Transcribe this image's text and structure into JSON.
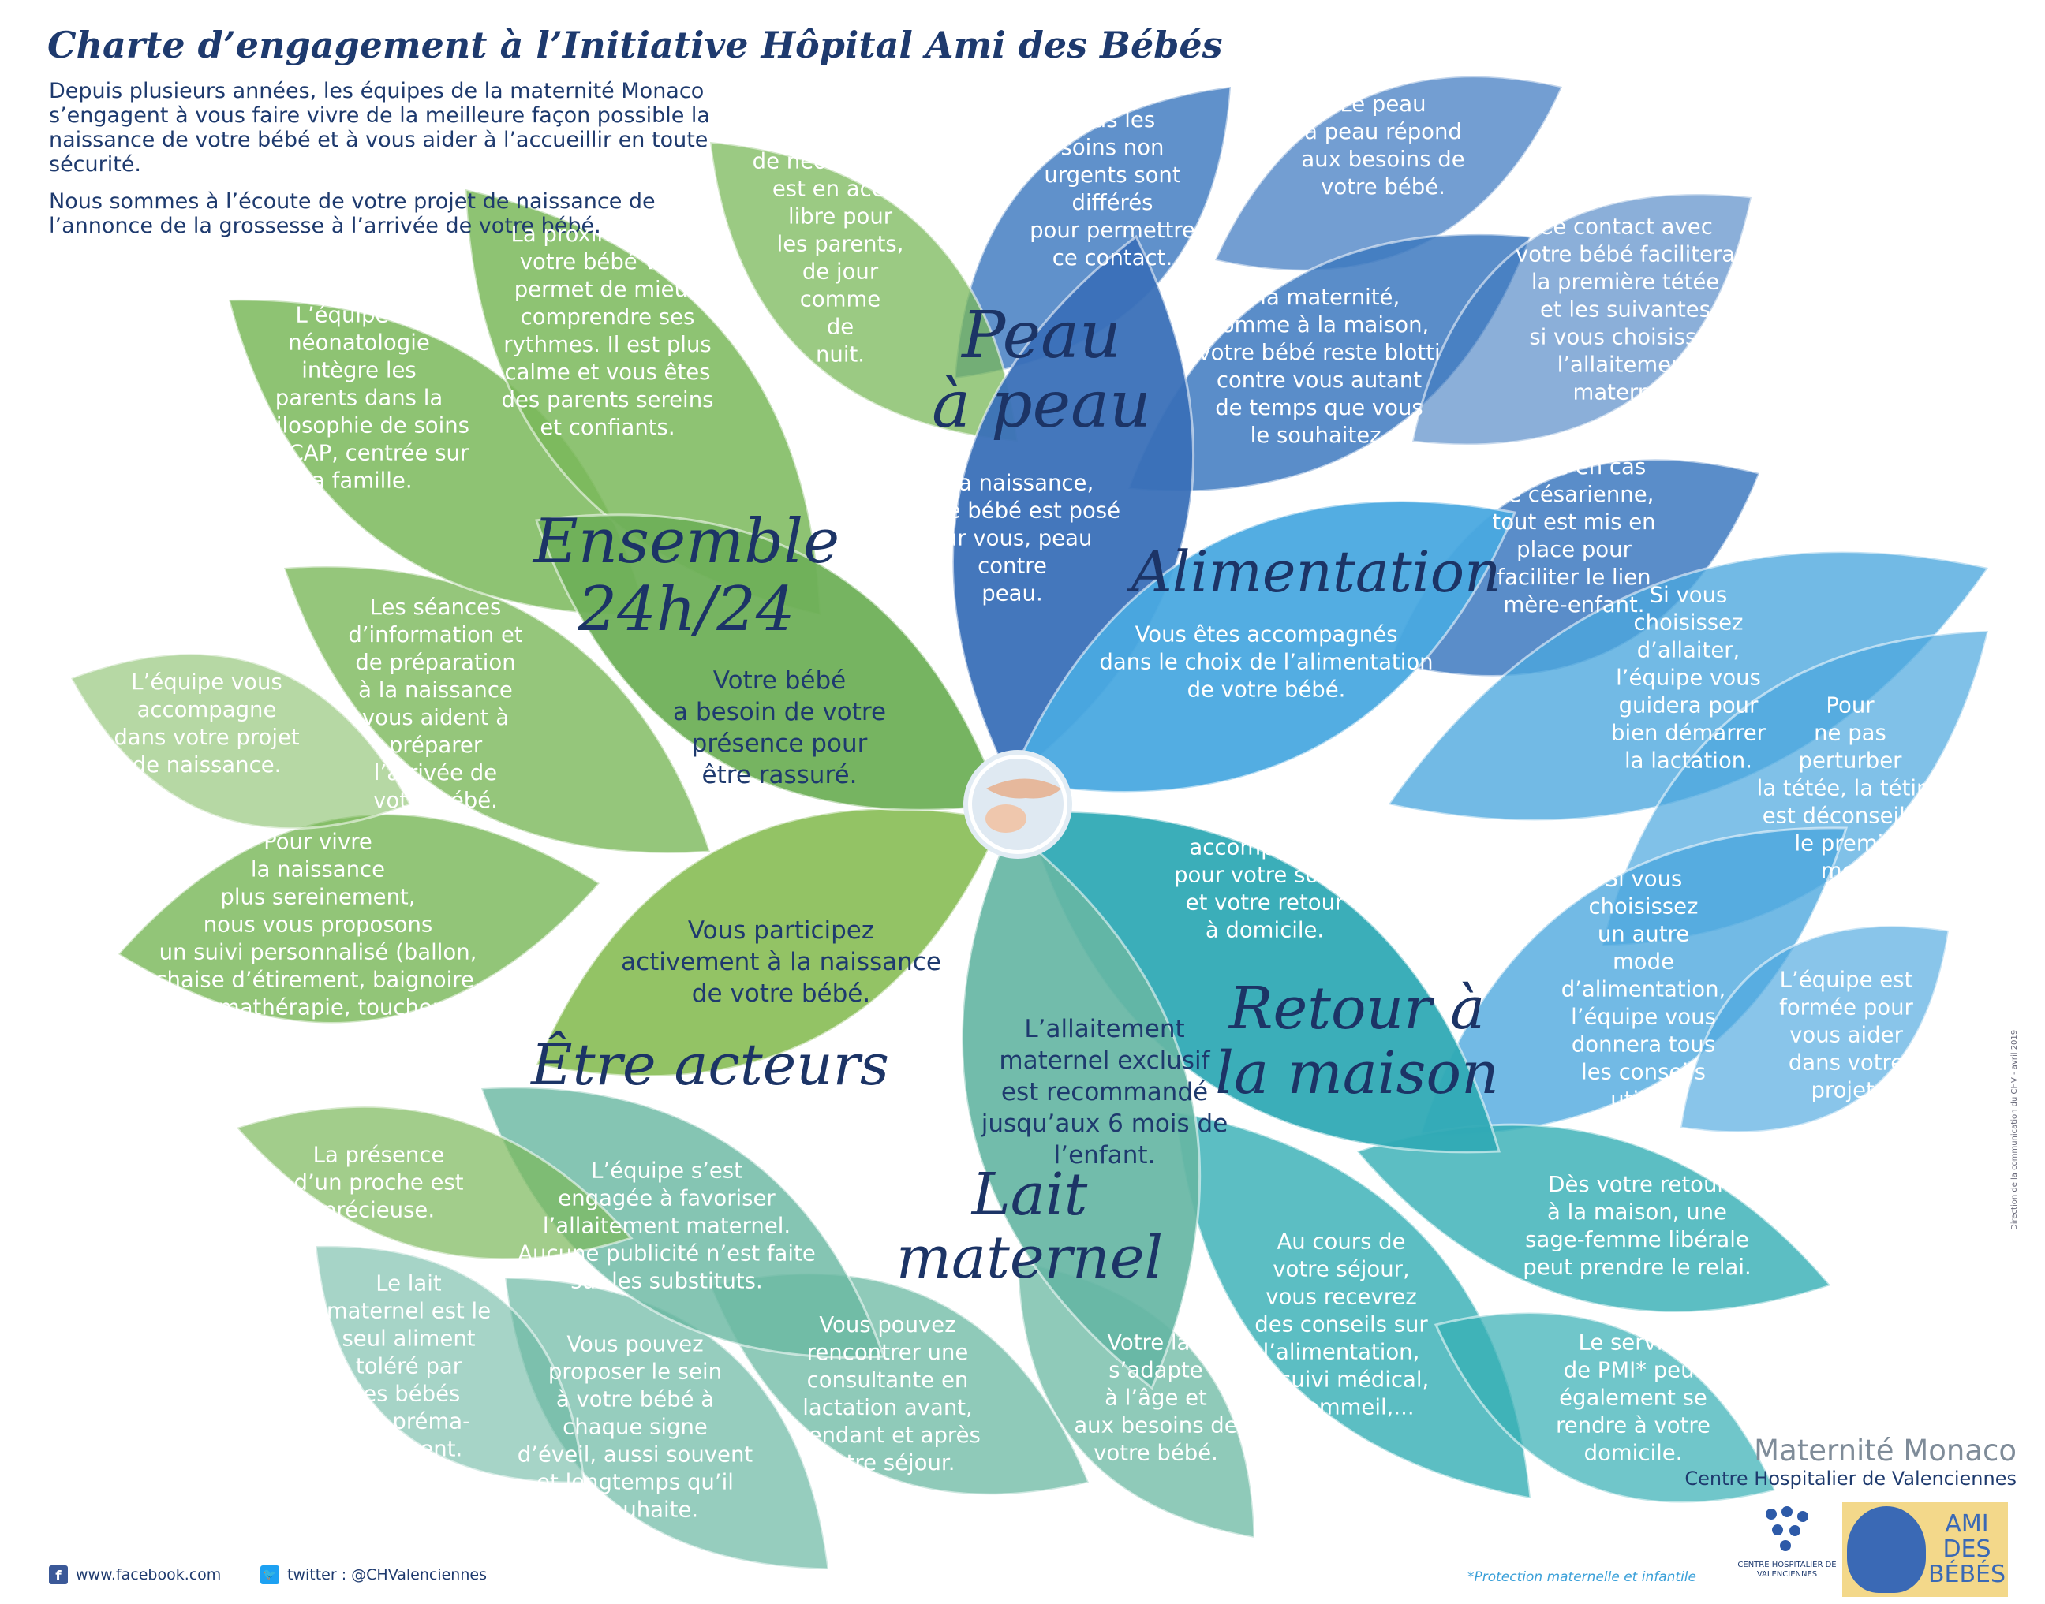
{
  "header": {
    "title": "Charte d’engagement à l’Initiative Hôpital Ami des Bébés"
  },
  "intro": {
    "p1": "Depuis plusieurs années, les équipes de la maternité Monaco s’engagent à vous faire vivre de la meilleure façon possible la naissance de votre bébé et à vous aider à l’accueillir en toute sécurité.",
    "p2": "Nous sommes à l’écoute de votre projet de naissance de l’annonce de la grossesse à l’arrivée de votre bébé."
  },
  "colors": {
    "navy": "#1c3466",
    "green_dark": "#7ab85a",
    "blue_dark": "#3d79c0",
    "blue_light": "#4aa6de",
    "teal": "#33aeb4",
    "green_teal": "#6ab8a2"
  },
  "icons": {
    "center": "baby-hand-photo",
    "facebook": "facebook-icon",
    "twitter": "twitter-icon"
  },
  "categories": [
    {
      "title": "Peau\nà peau",
      "main": "À la naissance,\nvotre bébé est posé\nsur vous, peau\ncontre\npeau."
    },
    {
      "title": "Alimentation",
      "main": "Vous êtes accompagnés\ndans le choix de l’alimentation\nde votre bébé."
    },
    {
      "title": "Retour à\nla maison",
      "main": "Vous êtes\naccompagnés\npour votre sortie\net votre retour\nà domicile."
    },
    {
      "title": "Lait\nmaternel",
      "main": "L’allaitement\nmaternel exclusif\nest recommandé\njusqu’aux 6 mois de\nl’enfant."
    },
    {
      "title": "Être acteurs",
      "main": "Vous participez\nactivement à la naissance\nde votre bébé."
    },
    {
      "title": "Ensemble\n24h/24",
      "main": "Votre bébé\na besoin de votre\nprésence pour\nêtre rassuré."
    }
  ],
  "petals": [
    "Tous les\nsoins non\nurgents sont\ndifférés\npour permettre\nce contact.",
    "Le peau\nà peau répond\naux besoins de\nvotre bébé.",
    "À la maternité,\ncomme à la maison,\nvotre bébé reste blotti\ncontre vous autant\nde temps que vous\nle souhaitez.",
    "Ce contact avec\nvotre bébé facilitera\nla première tétée\net les suivantes\nsi vous choisissez\nl’allaitement\nmaternel.",
    "Même en cas\nde césarienne,\ntout est mis en\nplace pour\nfaciliter le lien\nmère-enfant.",
    "Si vous\nchoisissez\nd’allaiter,\nl’équipe vous\nguidera pour\nbien démarrer\nla lactation.",
    "Pour\nne pas\nperturber\nla tétée, la tétine\nest déconseillée\nle premier\nmois.",
    "Si vous\nchoisissez\nun autre\nmode\nd’alimentation,\nl’équipe vous\ndonnera tous\nles conseils\nutiles.",
    "L’équipe est\nformée pour\nvous aider\ndans votre\nprojet.",
    "Dès votre retour\nà la maison, une\nsage-femme libérale\npeut prendre le relai.",
    "Au cours de\nvotre séjour,\nvous recevrez\ndes conseils sur\nl’alimentation,\nle suivi médical,\nle sommeil,...",
    "Le service\nde PMI* peut\négalement se\nrendre à votre\ndomicile.",
    "Votre lait\ns’adapte\nà l’âge et\naux besoins de\nvotre bébé.",
    "Vous pouvez\nrencontrer une\nconsultante en\nlactation avant,\npendant et après\nvotre séjour.",
    "Vous pouvez\nproposer le sein\nà votre bébé à\nchaque signe\nd’éveil, aussi souvent\net longtemps qu’il\nle souhaite.",
    "L’équipe s’est\nengagée à favoriser\nl’allaitement maternel.\nAucune publicité n’est faite\nsur les substituts.",
    "Le lait\nmaternel est le\nseul aliment\ntoléré par\nles bébés\nnés préma-\nturément.",
    "La présence\nd’un proche est\nprécieuse.",
    "Pour vivre\nla naissance\nplus sereinement,\nnous vous proposons\nun suivi personnalisé (ballon,\nchaise d’étirement, baignoire,\naromathérapie, touchers\ndétente, musique, salle\nnature,...).",
    "L’équipe vous\naccompagne\ndans votre projet\nde naissance.",
    "Les séances\nd’information et\nde préparation\nà la naissance\nvous aident à\npréparer\nl’arrivée de\nvotre bébé.",
    "L’équipe de\nnéonatologie\nintègre les\nparents dans la\nphilosophie de soins\nNIDCAP, centrée sur\nla famille.",
    "La proximité avec\nvotre bébé vous\npermet de mieux\ncomprendre ses\nrythmes. Il est plus\ncalme et vous êtes\ndes parents sereins\net confiants.",
    "Le service\nde néonatalogie\nest en accès\nlibre pour\nles parents,\nde jour\ncomme\nde\nnuit."
  ],
  "footer": {
    "facebook": "www.facebook.com",
    "twitter": "twitter : @CHValenciennes",
    "footnote": "*Protection maternelle et infantile",
    "maternite": "Maternité Monaco",
    "hopital": "Centre Hospitalier de Valenciennes",
    "chv_logo": "CENTRE HOSPITALIER DE VALENCIENNES",
    "amid_logo": "AMI DES BÉBÉS",
    "vertical": "Direction de la communication du CHV - avril 2019"
  }
}
